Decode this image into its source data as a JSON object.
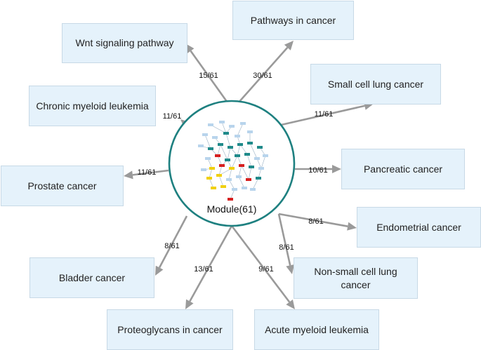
{
  "center": {
    "label": "Module(61)",
    "ring_color": "#1e8080"
  },
  "edges": [
    {
      "id": "pathways",
      "target": "Pathways in cancer",
      "ratio": "30/61"
    },
    {
      "id": "wnt",
      "target": "Wnt signaling pathway",
      "ratio": "15/61"
    },
    {
      "id": "sclc",
      "target": "Small cell lung cancer",
      "ratio": "11/61"
    },
    {
      "id": "cml",
      "target": "Chronic myeloid leukemia",
      "ratio": "11/61"
    },
    {
      "id": "pancreatic",
      "target": "Pancreatic cancer",
      "ratio": "10/61"
    },
    {
      "id": "prostate",
      "target": "Prostate cancer",
      "ratio": "11/61"
    },
    {
      "id": "endometrial",
      "target": "Endometrial cancer",
      "ratio": "8/61"
    },
    {
      "id": "nsclc",
      "target": "Non-small cell lung cancer",
      "ratio": "8/61"
    },
    {
      "id": "bladder",
      "target": "Bladder cancer",
      "ratio": "8/61"
    },
    {
      "id": "proteoglycans",
      "target": "Proteoglycans in cancer",
      "ratio": "13/61"
    },
    {
      "id": "aml",
      "target": "Acute myeloid leukemia",
      "ratio": "9/61"
    }
  ],
  "colors": {
    "box_fill": "#e5f2fb",
    "arrow": "#9a9a9a",
    "node_teal": "#1f8a8a",
    "node_yellow": "#f0d010",
    "node_red": "#d62020",
    "node_light": "#b8d4ec"
  }
}
